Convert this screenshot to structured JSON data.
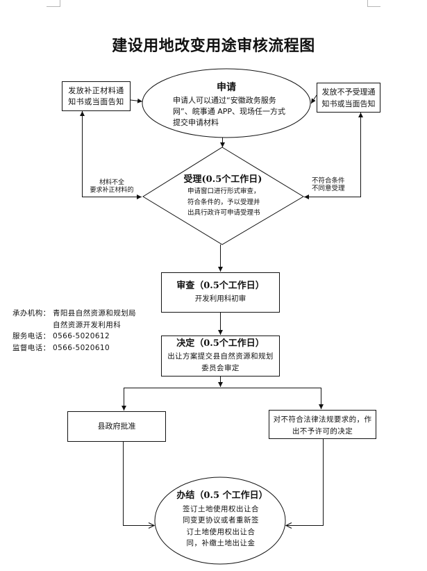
{
  "title": "建设用地改变用途审核流程图",
  "colors": {
    "line": "#111111",
    "crop_mark": "#b5b5b5",
    "background": "#ffffff"
  },
  "nodes": {
    "apply": {
      "title": "申请",
      "lines": [
        "申请人可以通过“安徽政务服务",
        "网”、皖事通 APP、现场任一方式",
        "提交申请材料"
      ]
    },
    "supplement_notice": {
      "lines": [
        "发放补正材料通",
        "知书或当面告知"
      ]
    },
    "rejection_notice": {
      "lines": [
        "发放不予受理通",
        "知书或当面告知"
      ]
    },
    "acceptance": {
      "title": "受理(0.5个工作日)",
      "lines": [
        "申请窗口进行形式审查，",
        "符合条件的，予以受理并",
        "出具行政许可申请受理书"
      ]
    },
    "review": {
      "title": "审查（0.5个工作日）",
      "lines": [
        "开发利用科初审"
      ]
    },
    "decision": {
      "title": "决定（0.5个工作日）",
      "lines": [
        "出让方案提交县自然资源和规划",
        "委员会审定"
      ]
    },
    "approval": {
      "lines": [
        "县政府批准"
      ]
    },
    "denial": {
      "lines": [
        "对不符合法律法规要求的，作",
        "出不予许可的决定"
      ]
    },
    "completion": {
      "title": "办结（0.5 个工作日）",
      "lines": [
        "签订土地使用权出让合",
        "同变更协议或者重新签",
        "订土地使用权出让合",
        "同，补缴土地出让金"
      ]
    }
  },
  "edge_labels": {
    "incomplete": [
      "材料不全",
      "要求补正材料的"
    ],
    "not_eligible": [
      "不符合条件",
      "不同意受理"
    ]
  },
  "contact": {
    "rows": [
      {
        "label": "承办机构：",
        "value": "青阳县自然资源和规划局"
      },
      {
        "label": "",
        "value": "自然资源开发利用科"
      },
      {
        "label": "服务电话：",
        "value": "0566-5020612"
      },
      {
        "label": "监督电话：",
        "value": "0566-5020610"
      }
    ]
  }
}
